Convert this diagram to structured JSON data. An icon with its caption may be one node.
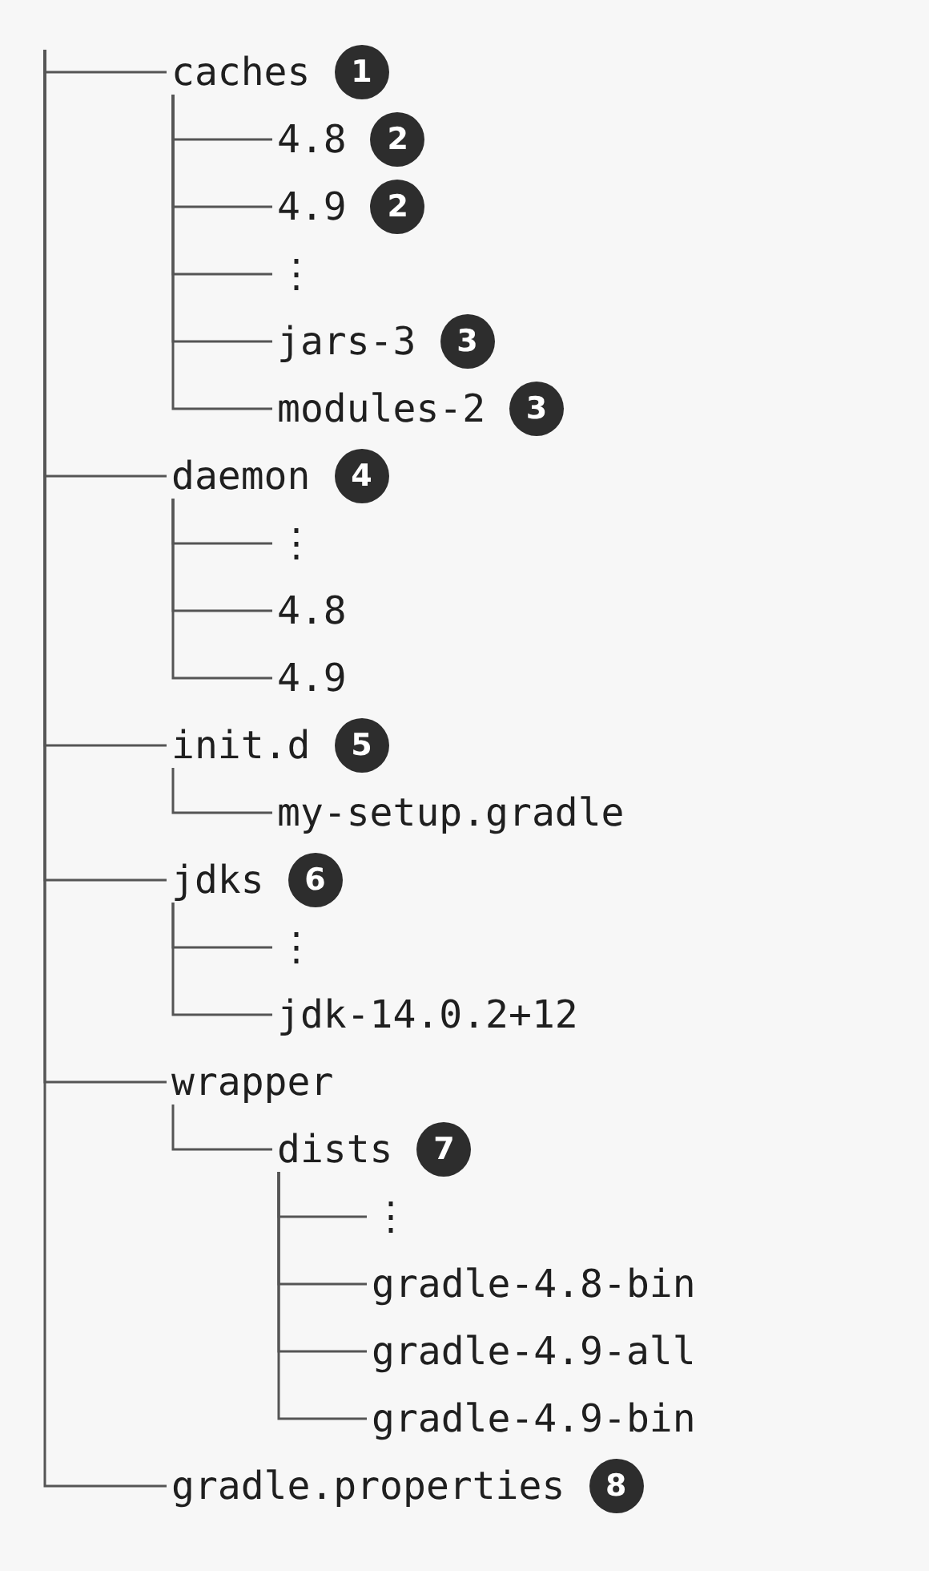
{
  "diagram": {
    "nodes": [
      {
        "text": [
          "caches"
        ],
        "beside": [
          "1"
        ]
      },
      {
        "text": [
          "4.8"
        ],
        "beside": [
          "2"
        ]
      },
      {
        "text": [
          "4.9"
        ],
        "beside": [
          "2"
        ]
      },
      {
        "text": [
          "⋮"
        ]
      },
      {
        "text": [
          "jars-3"
        ],
        "beside": [
          "3"
        ]
      },
      {
        "text": [
          "modules-2"
        ],
        "beside": [
          "3"
        ]
      },
      {
        "text": [
          "daemon"
        ],
        "beside": [
          "4"
        ]
      },
      {
        "text": [
          "⋮"
        ]
      },
      {
        "text": [
          "4.8"
        ]
      },
      {
        "text": [
          "4.9"
        ]
      },
      {
        "text": [
          "init.d"
        ],
        "beside": [
          "5"
        ]
      },
      {
        "text": [
          "my-setup.gradle"
        ]
      },
      {
        "text": [
          "jdks"
        ],
        "beside": [
          "6"
        ]
      },
      {
        "text": [
          "⋮"
        ]
      },
      {
        "text": [
          "jdk-14.0.2+12"
        ]
      },
      {
        "text": [
          "wrapper"
        ]
      },
      {
        "text": [
          "dists"
        ],
        "beside": [
          "7"
        ]
      },
      {
        "text": [
          "⋮"
        ]
      },
      {
        "text": [
          "gradle-4.8-bin"
        ]
      },
      {
        "text": [
          "gradle-4.9-all"
        ]
      },
      {
        "text": [
          "gradle-4.9-bin"
        ]
      },
      {
        "text": [
          "gradle.properties"
        ],
        "beside": [
          "8"
        ]
      }
    ],
    "edges": [
      {
        "from": null,
        "to": 0,
        "arrow": "none"
      },
      {
        "from": 0,
        "to": 1,
        "arrow": "none"
      },
      {
        "from": 0,
        "to": 2,
        "arrow": "none"
      },
      {
        "from": 0,
        "to": 3,
        "arrow": "none"
      },
      {
        "from": 0,
        "to": 4,
        "arrow": "none"
      },
      {
        "from": 0,
        "to": 5,
        "arrow": "none"
      },
      {
        "from": null,
        "to": 6,
        "arrow": "none"
      },
      {
        "from": 6,
        "to": 7,
        "arrow": "none"
      },
      {
        "from": 6,
        "to": 8,
        "arrow": "none"
      },
      {
        "from": 6,
        "to": 9,
        "arrow": "none"
      },
      {
        "from": null,
        "to": 10,
        "arrow": "none"
      },
      {
        "from": 10,
        "to": 11,
        "arrow": "none"
      },
      {
        "from": null,
        "to": 12,
        "arrow": "none"
      },
      {
        "from": 12,
        "to": 13,
        "arrow": "none"
      },
      {
        "from": 12,
        "to": 14,
        "arrow": "none"
      },
      {
        "from": null,
        "to": 15,
        "arrow": "none"
      },
      {
        "from": 15,
        "to": 16,
        "arrow": "none"
      },
      {
        "from": 16,
        "to": 17,
        "arrow": "none"
      },
      {
        "from": 16,
        "to": 18,
        "arrow": "none"
      },
      {
        "from": 16,
        "to": 19,
        "arrow": "none"
      },
      {
        "from": 16,
        "to": 20,
        "arrow": "none"
      },
      {
        "from": null,
        "to": 21,
        "arrow": "none"
      }
    ]
  }
}
